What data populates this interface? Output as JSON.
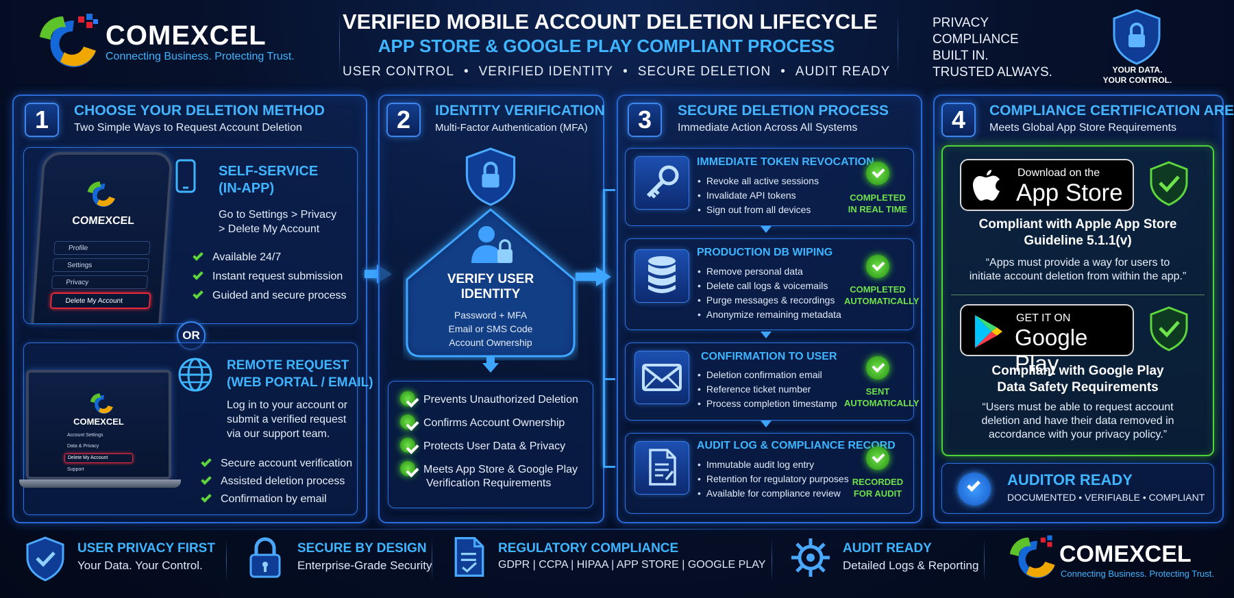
{
  "brand": {
    "name": "COMEXCEL",
    "tagline": "Connecting Business. Protecting Trust."
  },
  "header": {
    "title": "VERIFIED MOBILE ACCOUNT DELETION LIFECYCLE",
    "subtitle": "APP STORE & GOOGLE PLAY COMPLIANT PROCESS",
    "pillars": [
      "USER CONTROL",
      "VERIFIED IDENTITY",
      "SECURE DELETION",
      "AUDIT READY"
    ],
    "privacy": [
      "PRIVACY",
      "COMPLIANCE",
      "BUILT IN.",
      "TRUSTED ALWAYS."
    ],
    "badge": [
      "YOUR DATA.",
      "YOUR CONTROL."
    ]
  },
  "step1": {
    "num": "1",
    "title": "CHOOSE YOUR DELETION METHOD",
    "subtitle": "Two Simple Ways to Request Account Deletion",
    "self": {
      "title": [
        "SELF-SERVICE",
        "(IN-APP)"
      ],
      "desc": [
        "Go to Settings > Privacy",
        "> Delete My Account"
      ],
      "items": [
        "Available 24/7",
        "Instant request submission",
        "Guided and secure process"
      ]
    },
    "phone": {
      "brand": "COMEXCEL",
      "menu": [
        "Profile",
        "Settings",
        "Privacy",
        "Delete My Account"
      ]
    },
    "or": "OR",
    "remote": {
      "title": [
        "REMOTE REQUEST",
        "(WEB PORTAL / EMAIL)"
      ],
      "desc": [
        "Log in to your account or",
        "submit a verified request",
        "via our support team."
      ],
      "items": [
        "Secure account verification",
        "Assisted deletion process",
        "Confirmation by email"
      ]
    },
    "laptop": {
      "brand": "COMEXCEL",
      "menu": [
        "Account Settings",
        "Data & Privacy",
        "Delete My Account",
        "Support"
      ]
    }
  },
  "step2": {
    "num": "2",
    "title": "IDENTITY VERIFICATION",
    "subtitle": "Multi-Factor Authentication (MFA)",
    "verify": [
      "VERIFY USER",
      "IDENTITY"
    ],
    "methods": [
      "Password + MFA",
      "Email or SMS Code",
      "Account Ownership"
    ],
    "benefits": [
      "Prevents Unauthorized Deletion",
      "Confirms Account Ownership",
      "Protects User Data & Privacy",
      "Meets App Store & Google Play",
      "Verification Requirements"
    ]
  },
  "step3": {
    "num": "3",
    "title": "SECURE DELETION PROCESS",
    "subtitle": "Immediate Action Across All Systems",
    "cards": [
      {
        "title": "IMMEDIATE TOKEN REVOCATION",
        "items": [
          "Revoke all active sessions",
          "Invalidate API tokens",
          "Sign out from all devices"
        ],
        "status": [
          "COMPLETED",
          "IN REAL TIME"
        ]
      },
      {
        "title": "PRODUCTION DB WIPING",
        "items": [
          "Remove personal data",
          "Delete call logs & voicemails",
          "Purge messages & recordings",
          "Anonymize remaining metadata"
        ],
        "status": [
          "COMPLETED",
          "AUTOMATICALLY"
        ]
      },
      {
        "title": "CONFIRMATION TO USER",
        "items": [
          "Deletion confirmation email",
          "Reference ticket number",
          "Process completion timestamp"
        ],
        "status": [
          "SENT",
          "AUTOMATICALLY"
        ]
      },
      {
        "title": "AUDIT LOG & COMPLIANCE RECORD",
        "items": [
          "Immutable audit log entry",
          "Retention for regulatory purposes",
          "Available for compliance review"
        ],
        "status": [
          "RECORDED",
          "FOR AUDIT"
        ]
      }
    ]
  },
  "step4": {
    "num": "4",
    "title": "COMPLIANCE CERTIFICATION AREA",
    "subtitle": "Meets Global App Store Requirements",
    "apple": {
      "small": "Download on the",
      "big": "App Store",
      "title": [
        "Compliant with Apple App Store",
        "Guideline 5.1.1(v)"
      ],
      "quote": [
        "“Apps must provide a way for users to",
        "initiate account deletion from within the app.”"
      ]
    },
    "google": {
      "small": "GET IT ON",
      "big": "Google Play",
      "title": [
        "Compliant with Google Play",
        "Data Safety Requirements"
      ],
      "quote": [
        "“Users must be able to request account",
        "deletion and have their data removed in",
        "accordance with your privacy policy.”"
      ]
    },
    "auditor": {
      "title": "AUDITOR READY",
      "sub": "DOCUMENTED • VERIFIABLE • COMPLIANT"
    }
  },
  "footer": [
    {
      "title": "USER PRIVACY FIRST",
      "sub": "Your Data. Your Control."
    },
    {
      "title": "SECURE BY DESIGN",
      "sub": "Enterprise-Grade Security"
    },
    {
      "title": "REGULATORY COMPLIANCE",
      "sub": "GDPR | CCPA | HIPAA | APP STORE | GOOGLE PLAY"
    },
    {
      "title": "AUDIT READY",
      "sub": "Detailed Logs & Reporting"
    }
  ],
  "colors": {
    "accent": "#3fb5ff",
    "success": "#5fd43c",
    "panel_border": "#2a6cd6",
    "background": "#040b1f"
  }
}
